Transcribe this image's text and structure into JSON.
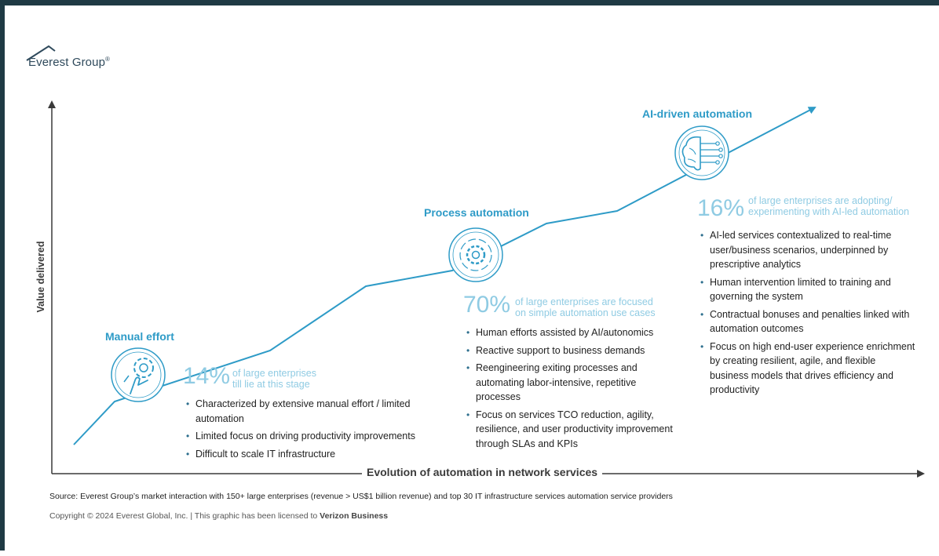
{
  "brand": {
    "name": "Everest Group",
    "mark": "®"
  },
  "axes": {
    "y_label": "Value delivered",
    "x_label": "Evolution of automation in network services"
  },
  "stages": [
    {
      "title": "Manual effort",
      "icon": "gear-hand-touch-icon",
      "percent": "14%",
      "percent_desc_1": "of large enterprises",
      "percent_desc_2": "till lie at this stage",
      "bullets": [
        "Characterized by extensive manual effort / limited automation",
        "Limited focus on driving productivity improvements",
        "Difficult to scale IT infrastructure"
      ]
    },
    {
      "title": "Process automation",
      "icon": "gear-cycle-icon",
      "percent": "70%",
      "percent_desc_1": "of large enterprises are focused",
      "percent_desc_2": "on simple automation use cases",
      "bullets": [
        "Human efforts assisted by AI/autonomics",
        "Reactive support to business demands",
        "Reengineering exiting processes and automating labor-intensive, repetitive processes",
        "Focus on services TCO reduction, agility, resilience, and user productivity improvement through SLAs and KPIs"
      ]
    },
    {
      "title": "AI-driven automation",
      "icon": "ai-brain-circuit-icon",
      "percent": "16%",
      "percent_desc_1": "of large enterprises are adopting/",
      "percent_desc_2": "experimenting with AI-led automation",
      "bullets": [
        "AI-led services contextualized to real-time user/business scenarios, underpinned by prescriptive analytics",
        "Human intervention limited to training and governing the system",
        "Contractual bonuses and penalties linked with automation outcomes",
        "Focus on high end-user experience enrichment by creating resilient, agile, and flexible business models that drives efficiency and productivity"
      ]
    }
  ],
  "footer": {
    "source": "Source: Everest Group’s market interaction with 150+ large enterprises (revenue > US$1 billion revenue) and top 30 IT infrastructure services automation service providers",
    "copyright_prefix": "Copyright © 2024 Everest Global, Inc. | This graphic has been licensed to ",
    "licensee": "Verizon Business"
  },
  "colors": {
    "accent": "#2e9bc7",
    "accent_light": "#8fcbe3",
    "axis": "#3a3a3a",
    "frame": "#1f3a44"
  }
}
